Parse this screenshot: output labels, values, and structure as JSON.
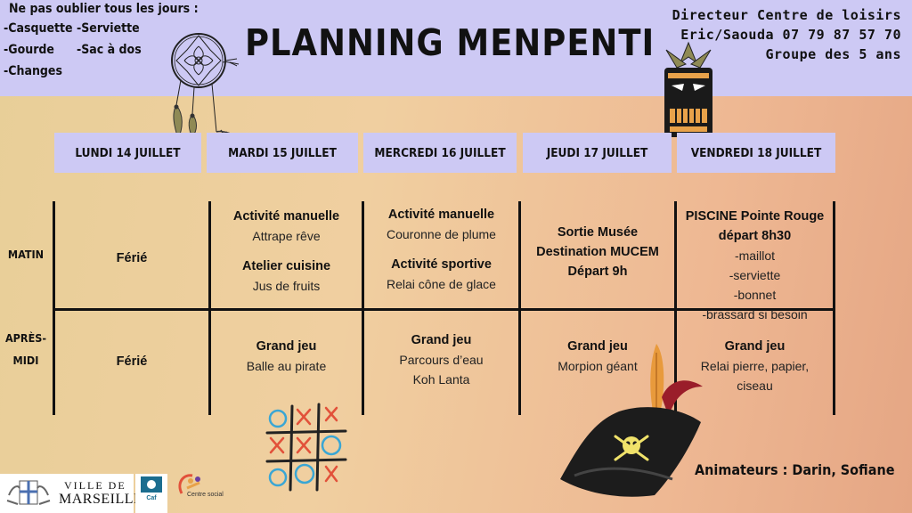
{
  "reminder": {
    "title": "Ne pas oublier tous les jours :",
    "items": [
      "-Casquette",
      "-Serviette",
      "-Gourde",
      "-Sac à dos",
      "-Changes"
    ]
  },
  "title": "PLANNING MENPENTI",
  "director": {
    "line1": "Directeur Centre de loisirs",
    "line2": "Eric/Saouda 07 79 87 57 70",
    "line3": "Groupe des 5 ans"
  },
  "days": [
    "LUNDI 14 JUILLET",
    "MARDI 15 JUILLET",
    "MERCREDI 16 JUILLET",
    "JEUDI 17 JUILLET",
    "VENDREDI 18 JUILLET"
  ],
  "rows": {
    "morning": "MATIN",
    "afternoon_1": "APRÈS-",
    "afternoon_2": "MIDI"
  },
  "morning": {
    "lundi": "Férié",
    "mardi": {
      "a1_title": "Activité manuelle",
      "a1_text": "Attrape rêve",
      "a2_title": "Atelier cuisine",
      "a2_text": "Jus de fruits"
    },
    "mercredi": {
      "a1_title": "Activité manuelle",
      "a1_text": "Couronne de plume",
      "a2_title": "Activité sportive",
      "a2_text": "Relai cône de glace"
    },
    "jeudi": {
      "l1": "Sortie Musée",
      "l2": "Destination MUCEM",
      "l3": "Départ 9h"
    },
    "vendredi": {
      "l1": "PISCINE Pointe Rouge",
      "l2": "départ 8h30",
      "items": [
        "-maillot",
        "-serviette",
        "-bonnet",
        "-brassard si besoin"
      ]
    }
  },
  "afternoon": {
    "lundi": "Férié",
    "mardi": {
      "title": "Grand jeu",
      "text": "Balle au pirate"
    },
    "mercredi": {
      "title": "Grand jeu",
      "text1": "Parcours d’eau",
      "text2": "Koh Lanta"
    },
    "jeudi": {
      "title": "Grand jeu",
      "text": "Morpion géant"
    },
    "vendredi": {
      "title": "Grand jeu",
      "text1": "Relai pierre, papier,",
      "text2": "ciseau"
    }
  },
  "animators": "Animateurs : Darin, Sofiane",
  "logos": {
    "marseille_line1": "VILLE DE",
    "marseille_line2": "MARSEILLE",
    "caf": "Caf",
    "centre_social": "Centre social"
  },
  "icons": [
    "dreamcatcher-icon",
    "tiki-mask-icon",
    "tic-tac-toe-icon",
    "pirate-hat-icon"
  ],
  "colors": {
    "header_band": "#cdc9f4",
    "ink": "#111111"
  }
}
